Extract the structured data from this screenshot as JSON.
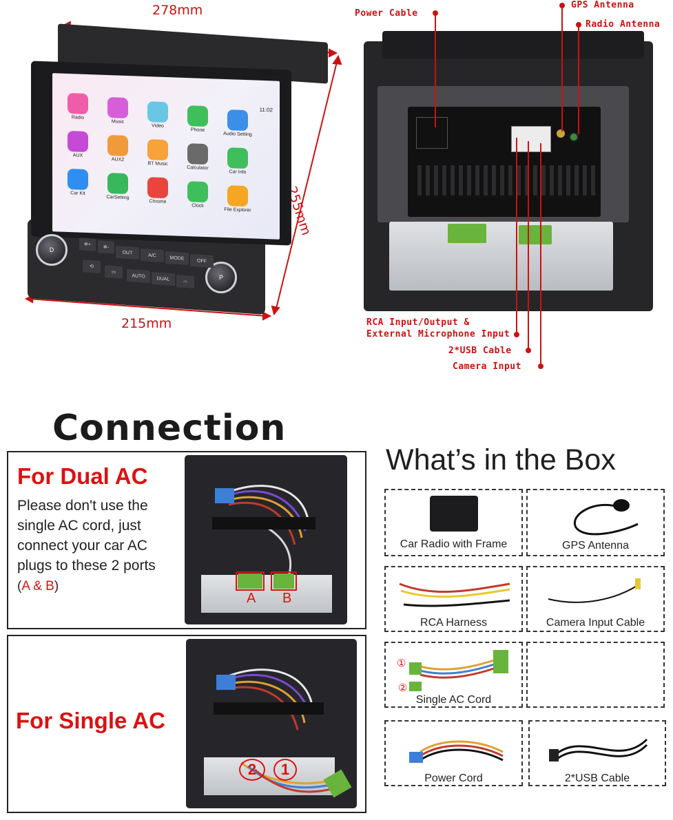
{
  "front_unit": {
    "width_top": "278mm",
    "height_side": "255mm",
    "width_bottom": "215mm",
    "status_bar": {
      "time": "11:02"
    },
    "apps": [
      {
        "label": "Radio",
        "icon": "radio-icon",
        "color": "#ef5da8"
      },
      {
        "label": "Music",
        "icon": "music-icon",
        "color": "#d65fd9"
      },
      {
        "label": "Video",
        "icon": "video-icon",
        "color": "#69c7e6"
      },
      {
        "label": "Phone",
        "icon": "phone-icon",
        "color": "#3fbf5b"
      },
      {
        "label": "Audio Setting",
        "icon": "equalizer-icon",
        "color": "#3b8fe8"
      },
      {
        "label": "AUX",
        "icon": "aux-icon",
        "color": "#c54ad6"
      },
      {
        "label": "AUX2",
        "icon": "aux2-icon",
        "color": "#f09a3b"
      },
      {
        "label": "BT Music",
        "icon": "bluetooth-icon",
        "color": "#f7a23b"
      },
      {
        "label": "Calculator",
        "icon": "calculator-icon",
        "color": "#6a6a6a"
      },
      {
        "label": "Car Info",
        "icon": "car-info-icon",
        "color": "#3fbf5b"
      },
      {
        "label": "Car Kit",
        "icon": "car-kit-icon",
        "color": "#2f8ff0"
      },
      {
        "label": "CarSetting",
        "icon": "car-setting-icon",
        "color": "#38b85a"
      },
      {
        "label": "Chrome",
        "icon": "chrome-icon",
        "color": "#e8453c"
      },
      {
        "label": "Clock",
        "icon": "clock-icon",
        "color": "#3fbf5b"
      },
      {
        "label": "File Explorer",
        "icon": "folder-icon",
        "color": "#f5a623"
      }
    ],
    "ac_buttons": [
      "OUT",
      "A/C",
      "MODE",
      "OFF",
      "AUTO",
      "DUAL"
    ],
    "knob_left": "D",
    "knob_right": "P"
  },
  "back_unit": {
    "callouts": {
      "power_cable": "Power Cable",
      "gps_antenna": "GPS Antenna",
      "radio_antenna": "Radio Antenna",
      "rca_line1": "RCA Input/Output &",
      "rca_line2": "External Microphone Input",
      "usb_cable": "2*USB Cable",
      "camera_input": "Camera Input"
    },
    "accent_color": "#cc1111"
  },
  "connection": {
    "title": "Connection",
    "dual_ac": {
      "heading": "For Dual AC",
      "text": "Please don't use the single AC cord, just connect your car AC plugs to these 2 ports",
      "ports_open": "(",
      "ports": "A & B",
      "ports_close": ")",
      "label_a": "A",
      "label_b": "B"
    },
    "single_ac": {
      "heading": "For Single AC",
      "label_1": "1",
      "label_2": "2"
    }
  },
  "box_contents": {
    "title": "What’s in the Box",
    "items": [
      {
        "label": "Car Radio with Frame"
      },
      {
        "label": "GPS Antenna"
      },
      {
        "label": "RCA Harness"
      },
      {
        "label": "Camera Input Cable"
      },
      {
        "label": "Single AC Cord",
        "markers": [
          "①",
          "②"
        ]
      },
      {
        "label": ""
      },
      {
        "label": "Power Cord"
      },
      {
        "label": "2*USB Cable"
      }
    ]
  }
}
